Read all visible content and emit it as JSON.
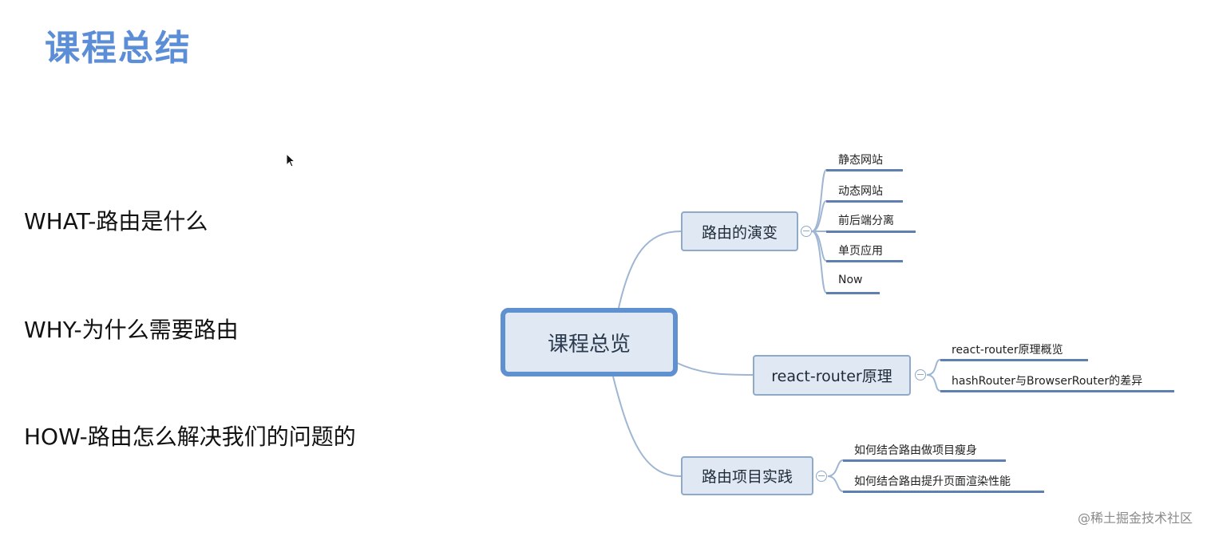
{
  "title": "课程总结",
  "points": [
    "WHAT-路由是什么",
    "WHY-为什么需要路由",
    "HOW-路由怎么解决我们的问题的"
  ],
  "mindmap": {
    "root": "课程总览",
    "branches": [
      {
        "label": "路由的演变",
        "children": [
          "静态网站",
          "动态网站",
          "前后端分离",
          "单页应用",
          "Now"
        ]
      },
      {
        "label": "react-router原理",
        "children": [
          "react-router原理概览",
          "hashRouter与BrowserRouter的差异"
        ]
      },
      {
        "label": "路由项目实践",
        "children": [
          "如何结合路由做项目瘦身",
          "如何结合路由提升页面渲染性能"
        ]
      }
    ]
  },
  "watermark": "@稀土掘金技术社区",
  "colors": {
    "title": "#5b8ed6",
    "node_fill": "#dfe8f3",
    "root_border": "#5f90cf",
    "connector": "#9fb6d3"
  }
}
